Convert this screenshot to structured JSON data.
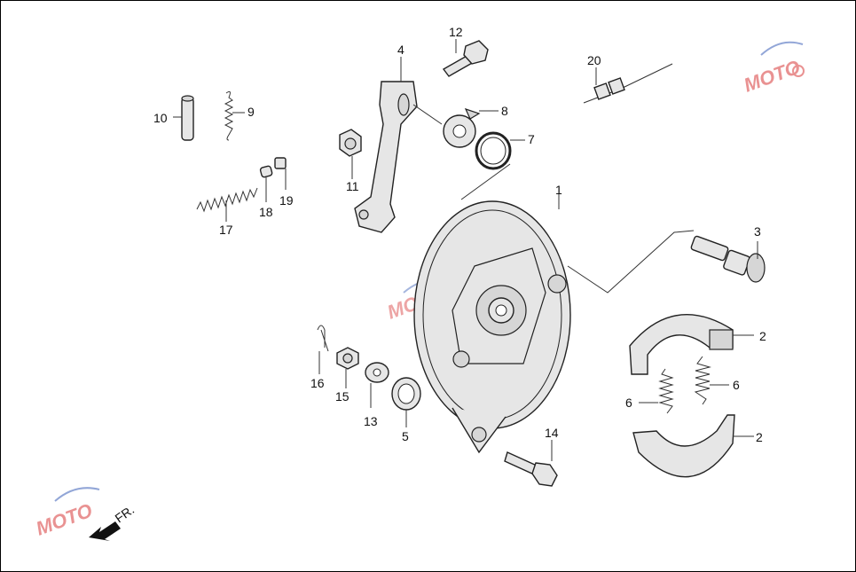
{
  "diagram": {
    "part_numbers": {
      "p1": "1",
      "p2a": "2",
      "p2b": "2",
      "p3": "3",
      "p4": "4",
      "p5": "5",
      "p6a": "6",
      "p6b": "6",
      "p7": "7",
      "p8": "8",
      "p9": "9",
      "p10": "10",
      "p11": "11",
      "p12": "12",
      "p13": "13",
      "p14": "14",
      "p15": "15",
      "p16": "16",
      "p17": "17",
      "p18": "18",
      "p19": "19",
      "p20": "20"
    },
    "direction_label": "FR.",
    "watermark_text": "MOTO",
    "colors": {
      "line": "#222222",
      "arrow": "#111111",
      "wm_red": "#d83a3a",
      "wm_blue": "#3a5fb8"
    }
  }
}
